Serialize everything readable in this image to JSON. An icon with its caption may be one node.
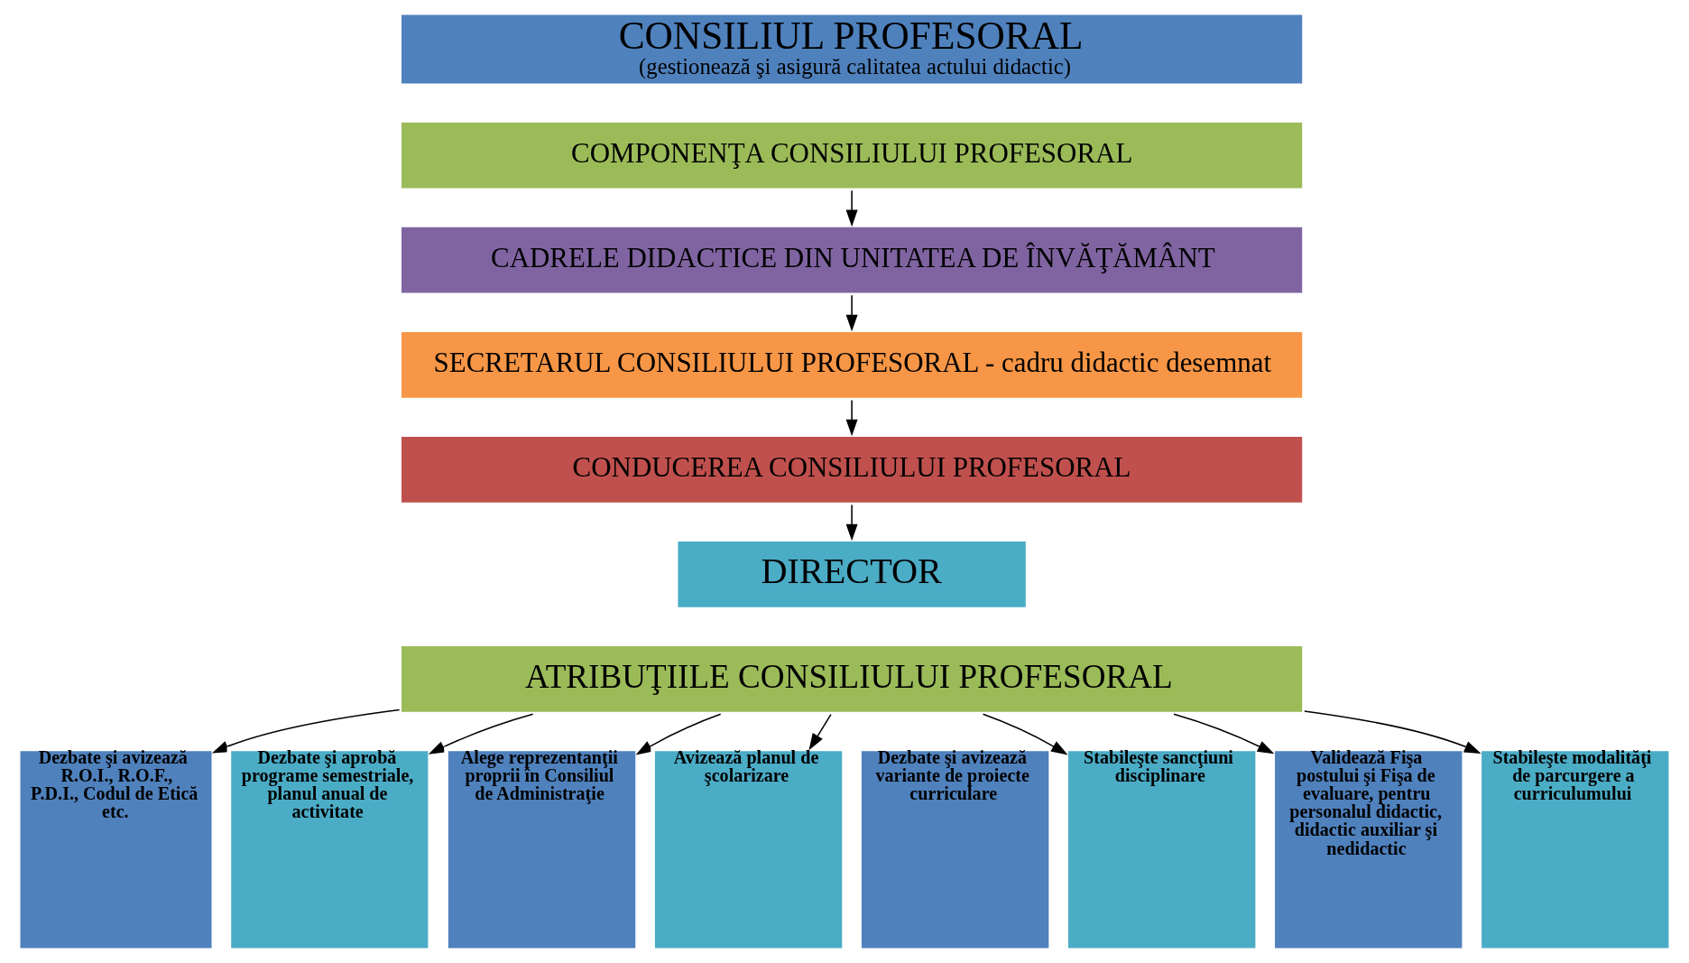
{
  "diagram": {
    "nodes": [
      {
        "text": [
          "CONSILIUL PROFESORAL",
          "(gestionează şi asigură calitatea actului didactic)"
        ]
      },
      {
        "text": [
          "COMPONENŢA CONSILIULUI PROFESORAL"
        ]
      },
      {
        "text": [
          "CADRELE DIDACTICE DIN UNITATEA DE ÎNVĂŢĂMÂNT"
        ]
      },
      {
        "text": [
          "SECRETARUL CONSILIULUI PROFESORAL - cadru didactic desemnat"
        ]
      },
      {
        "text": [
          "CONDUCEREA CONSILIULUI PROFESORAL"
        ]
      },
      {
        "text": [
          "DIRECTOR"
        ]
      },
      {
        "text": [
          "ATRIBUŢIILE CONSILIULUI PROFESORAL"
        ]
      },
      {
        "text": [
          "Dezbate şi avizează R.O.I., R.O.F., P.D.I., Codul de Etică etc."
        ]
      },
      {
        "text": [
          "Dezbate şi aprobă programe semestriale, planul anual de activitate"
        ]
      },
      {
        "text": [
          "Alege reprezentanţii proprii în Consiliul de Administraţie"
        ]
      },
      {
        "text": [
          "Avizează planul de şcolarizare"
        ]
      },
      {
        "text": [
          "Dezbate şi avizează variante de proiecte curriculare"
        ]
      },
      {
        "text": [
          "Stabileşte sancţiuni disciplinare"
        ]
      },
      {
        "text": [
          "Validează Fişa postului şi Fişa de evaluare, pentru personalul didactic, didactic auxiliar şi nedidactic"
        ]
      },
      {
        "text": [
          "Stabileşte modalităţi de parcurgere a curriculumului"
        ]
      }
    ],
    "edges": [
      {
        "from": 1,
        "to": 2,
        "arrow": "to"
      },
      {
        "from": 2,
        "to": 3,
        "arrow": "to"
      },
      {
        "from": 3,
        "to": 4,
        "arrow": "to"
      },
      {
        "from": 4,
        "to": 5,
        "arrow": "to"
      },
      {
        "from": 6,
        "to": 7,
        "arrow": "to"
      },
      {
        "from": 6,
        "to": 8,
        "arrow": "to"
      },
      {
        "from": 6,
        "to": 9,
        "arrow": "to"
      },
      {
        "from": 6,
        "to": 10,
        "arrow": "to"
      },
      {
        "from": 6,
        "to": 12,
        "arrow": "to"
      },
      {
        "from": 6,
        "to": 13,
        "arrow": "to"
      },
      {
        "from": 6,
        "to": 14,
        "arrow": "to"
      }
    ]
  }
}
